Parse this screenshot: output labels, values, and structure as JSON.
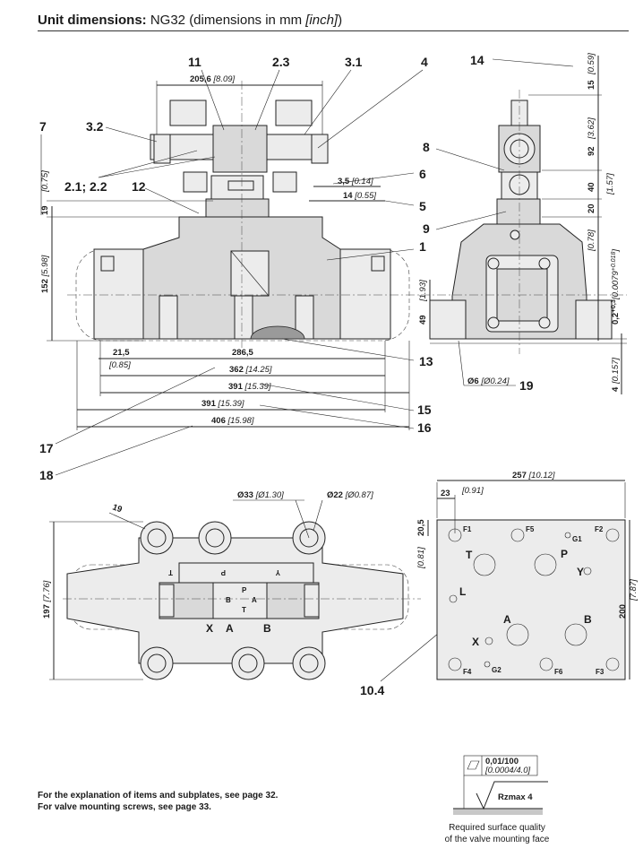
{
  "heading": {
    "bold": "Unit dimensions:",
    "text": " NG32 (dimensions in mm ",
    "italic": "[inch]",
    "close": ")"
  },
  "front_view": {
    "item_labels": [
      "11",
      "2.3",
      "3.1",
      "4",
      "3.2",
      "7",
      "2.1; 2.2",
      "12",
      "1",
      "13",
      "17",
      "18",
      "15",
      "16"
    ],
    "dims": {
      "d205": "205,6",
      "d205_in": "[8.09]",
      "d075_in": "[0.75]",
      "d19": "19",
      "d152": "152",
      "d152_in": "[5.98]",
      "d21": "21,5",
      "d21_in": "[0.85]",
      "d286": "286,5",
      "d362": "362",
      "d362_in": "[14.25]",
      "d391a": "391",
      "d391a_in": "[15.39]",
      "d391b": "391",
      "d391b_in": "[15.39]",
      "d406": "406",
      "d406_in": "[15.98]",
      "d35": "3,5",
      "d35_in": "[0.14]",
      "d14": "14",
      "d14_in": "[0.55]"
    }
  },
  "side_view": {
    "item_labels": [
      "14",
      "8",
      "6",
      "5",
      "9",
      "19"
    ],
    "dims": {
      "d15": "15",
      "d15_in": "[0.59]",
      "d92": "92",
      "d92_in": "[3.62]",
      "d40": "40",
      "d40_in": "[1.57]",
      "d20": "20",
      "d078_in": "[0.78]",
      "d193_in": "[1.93]",
      "d49": "49",
      "tol": "0,2",
      "tol_plus": "+0,3",
      "tol_in": "[0.0079",
      "tol_in_plus": "+0.018",
      "tol_in_close": "]",
      "d4": "4",
      "d4_in": "[0.157]",
      "d6": "Ø6",
      "d6_in": "[Ø0.24]"
    }
  },
  "top_view": {
    "dims": {
      "d19": "19",
      "d197": "197",
      "d197_in": "[7.76]",
      "d33": "Ø33",
      "d33_in": "[Ø1.30]",
      "d22": "Ø22",
      "d22_in": "[Ø0.87]"
    },
    "ports": [
      "T",
      "P",
      "Y",
      "X",
      "A",
      "B"
    ],
    "center_ports": [
      "P",
      "B",
      "A",
      "T"
    ],
    "item_label": "10.4"
  },
  "subplate": {
    "dims": {
      "d257": "257",
      "d257_in": "[10.12]",
      "d23": "23",
      "d091_in": "[0.91]",
      "d205": "20,5",
      "d081_in": "[0.81]",
      "d200": "200",
      "d787_in": "[7.87]"
    },
    "ports": {
      "T": "T",
      "P": "P",
      "Y": "Y",
      "L": "L",
      "A": "A",
      "X": "X",
      "B": "B"
    },
    "holes": {
      "F1": "F1",
      "F2": "F2",
      "F3": "F3",
      "F4": "F4",
      "F5": "F5",
      "F6": "F6",
      "G1": "G1",
      "G2": "G2"
    }
  },
  "surface": {
    "flatness": "0,01/100",
    "flatness_in": "[0.0004/4.0]",
    "roughness": "Rzmax  4",
    "caption_1": "Required surface quality",
    "caption_2": "of the valve mounting face"
  },
  "notes": {
    "line1": "For the explanation of items and subplates, see page 32.",
    "line2": "For valve mounting screws, see page 33."
  }
}
